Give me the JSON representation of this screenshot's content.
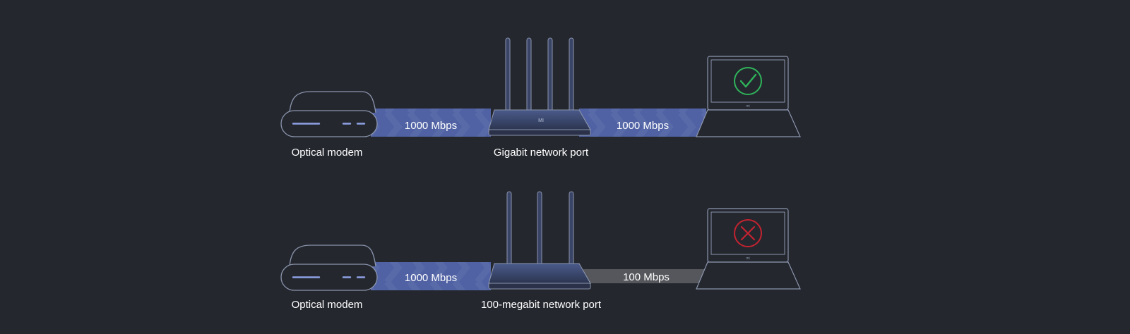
{
  "colors": {
    "background": "#24272e",
    "device_outline": "#8b95ad",
    "fast_link": "#5a6fbe",
    "slow_link": "#55575c",
    "modem_indicator": "#8fa1e6",
    "success": "#2fb35a",
    "error": "#c32330",
    "label_text": "#ffffff"
  },
  "rows": [
    {
      "modem_label": "Optical modem",
      "link_in_speed": "1000 Mbps",
      "router_label": "Gigabit network port",
      "link_out_speed": "1000 Mbps",
      "router_antennas": 4,
      "status": "success",
      "status_icon": "check-icon",
      "laptop_logo": "mi"
    },
    {
      "modem_label": "Optical modem",
      "link_in_speed": "1000 Mbps",
      "router_label": "100-megabit network port",
      "link_out_speed": "100 Mbps",
      "router_antennas": 3,
      "status": "error",
      "status_icon": "x-icon",
      "laptop_logo": "mi"
    }
  ]
}
